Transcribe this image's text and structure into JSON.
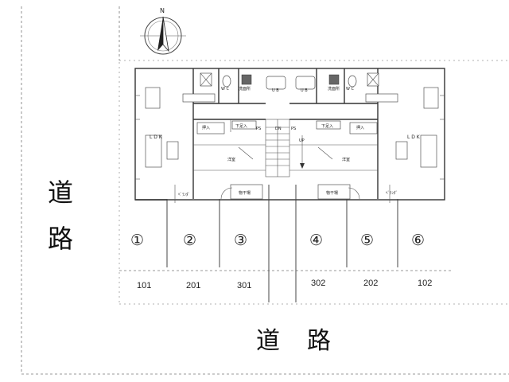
{
  "compass": {
    "label": "N"
  },
  "roads": {
    "west": "道路",
    "south": "道路"
  },
  "rooms": {
    "wc": "W C",
    "washroom": "洗面所",
    "ub": "U B",
    "closet": "押入",
    "storage_left": "下足入",
    "storage_right": "下足入",
    "ldk": "L  D  K",
    "western_room": "洋室",
    "balcony": "ﾍﾞﾗﾝﾀﾞ",
    "laundry": "物干場",
    "ps": "PS",
    "dn": "DN",
    "up": "UP"
  },
  "parking": {
    "spaces": [
      "①",
      "②",
      "③",
      "④",
      "⑤",
      "⑥"
    ],
    "units": [
      "101",
      "201",
      "301",
      "302",
      "202",
      "102"
    ]
  }
}
